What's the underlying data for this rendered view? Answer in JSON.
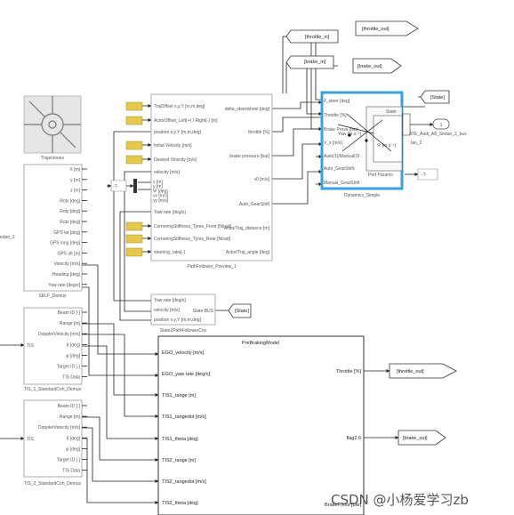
{
  "goto_tags": {
    "throttle_in": "[throttle_in]",
    "throttle_out": "[throttle_out]",
    "brake_in": "[brake_in]",
    "brake_out": "[brake_out]",
    "state": "[State]",
    "state_local": "[State]"
  },
  "trajectories": {
    "label": "Trajectories"
  },
  "self_demux": {
    "label": "SELF_Demux",
    "ports": [
      "X [m]",
      "y [m]",
      "z [m]",
      "Rotx [deg]",
      "Roty [deg]",
      "Rotz [deg]",
      "GPS lat [deg]",
      "GPS long [deg]",
      "GPS alt [m]",
      "Velocity [m/s]",
      "Heading [deg]",
      "Yaw rate [deg/s]"
    ],
    "left_cut": "edan_2"
  },
  "tis1": {
    "label": "TIS_1_StandardCoh_Demux",
    "input": "TIS",
    "ports": [
      "Beam ID [-]",
      "Range [m]",
      "DopplerVelocity [m/s]",
      "θ [deg]",
      "φ [deg]",
      "Target ID [-]",
      "TIS Data"
    ]
  },
  "tis2": {
    "label": "TIS_2_StandardCoh_Demux",
    "input": "TIS",
    "ports": [
      "Beam ID [-]",
      "Range [m]",
      "DopplerVelocity [m/s]",
      "θ [deg]",
      "φ [deg]",
      "Target ID [-]",
      "TIS Data"
    ]
  },
  "path_follower": {
    "label": "PathFollower_Preview_1",
    "inputs": [
      "TrajOffset x,y,Y [m,m,deg]",
      "ActorOffset_Left(+) / Right(-) [m]",
      "position x,y,Y [m,m,deg]",
      "Initial Velocity [m/s]",
      "Desired Velocity [m/s]",
      "velocity [m/s]",
      "Yaw rate [deg/s]",
      "CorneringStiffness_Tyres_Front [N/rad]",
      "CorneringStiffness_Tyres_Rear [N/rad]",
      "steering_ratio[-]"
    ],
    "outputs": [
      "delta_steerwheel [deg]",
      "throttle [%]",
      "brake pressure [bar]",
      "v0 [m/s]",
      "Auto_GearShift",
      "Actor/Traj_distance [m]",
      "Actor/Traj_angle [deg]"
    ],
    "mini_labels": [
      "x [m]",
      "y [m]",
      "Ψ [deg]",
      "vx [m/s]",
      "vy [m/s]"
    ],
    "mux_marker": "-T-"
  },
  "state2pf": {
    "label": "State2PathFollowerCnv",
    "inputs": [
      "Yaw rate [deg/s]",
      "velocity [m/s]",
      "position x,y,Y [m,m,deg]"
    ],
    "output": "State BUS"
  },
  "dynamics": {
    "label": "Dynamics_Simple",
    "inputs": [
      "δ_steer [deg]",
      "Throttle [%]",
      "Brake Press [bar]",
      "V_x [m/s]",
      "Auto(1)/Manual(0)",
      "Auto_GearShift",
      "Manual_GearShift"
    ],
    "inner_labels": [
      "State",
      "Perf Params"
    ],
    "overlay_labels": [
      "Yaw [m·s⁻¹]",
      "Ψ [m·s⁻¹]"
    ],
    "out_marker": "-T-"
  },
  "vehicle": {
    "label_top": "ATE_Audi_A8_Sedan_2_bus",
    "label_bottom": "lan_2",
    "port_num": "1"
  },
  "prebraking": {
    "title": "PreBrakingModel",
    "inputs": [
      "EGO_velocity [m/s]",
      "EGO_yaw rate [deg/s]",
      "TIS1_range [m]",
      "TIS1_rangedot [m/s]",
      "TIS1_theta [deg]",
      "TIS2_range [m]",
      "TIS2_rangedot [m/s]",
      "TIS2_theta [deg]"
    ],
    "outputs": [
      "Throttle [%]",
      "flag2.6",
      "BrakePress [bar]"
    ]
  },
  "watermark": "CSDN @小杨爱学习zb",
  "colors": {
    "constant": "#e8c84a",
    "selection": "#3aa0e0",
    "block_border": "#9a9a9a"
  }
}
